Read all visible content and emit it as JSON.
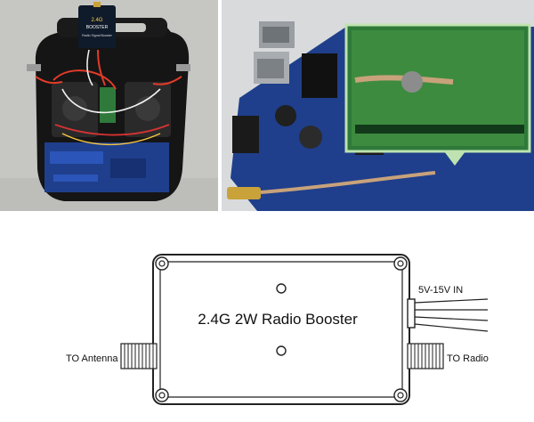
{
  "photo_left": {
    "booster_label_line1": "2.4G",
    "booster_label_line2": "BOOSTER",
    "booster_label_line3": "Radio Signal Booster"
  },
  "diagram": {
    "title": "2.4G 2W Radio Booster",
    "power_label": "5V-15V IN",
    "antenna_label": "TO Antenna",
    "radio_label": "TO Radio"
  },
  "colors": {
    "pcb_blue": "#1f3f8c",
    "pcb_green": "#2f7a3a",
    "cable_tan": "#c8a27a",
    "connector_gold": "#c9a23a",
    "body_black": "#151515",
    "line": "#222222"
  }
}
